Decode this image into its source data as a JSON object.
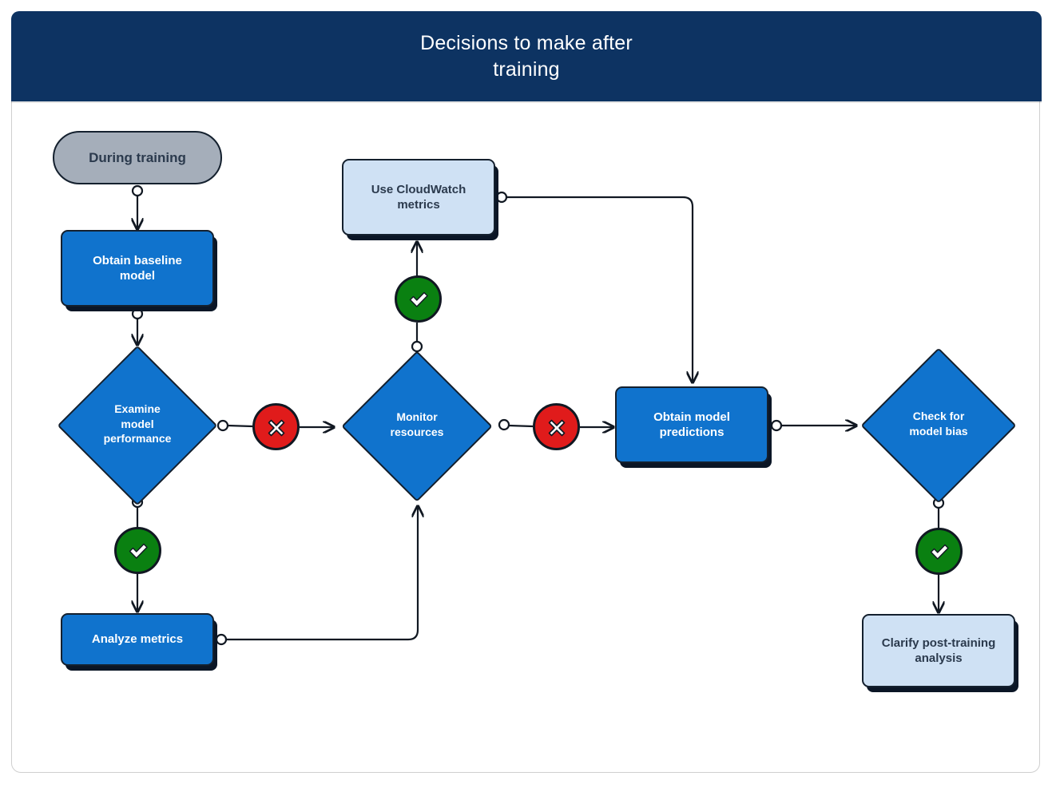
{
  "header": {
    "title": "Decisions to make after\ntraining"
  },
  "colors": {
    "header_navy": "#0d3362",
    "node_blue": "#1073cd",
    "node_light_blue": "#cfe1f4",
    "node_gray": "#a5aeba",
    "marker_yes_green": "#0a8011",
    "marker_no_red": "#e01b1b",
    "outline": "#14202e",
    "shadow": "#0b1626",
    "card_border": "#cfcfcf",
    "dark_text": "#2b3a4d",
    "light_text": "#ffffff"
  },
  "nodes": {
    "during_training": {
      "label": "During training",
      "shape": "stadium"
    },
    "obtain_baseline": {
      "label": "Obtain baseline\nmodel",
      "shape": "rect"
    },
    "examine_model": {
      "label": "Examine\nmodel\nperformance",
      "shape": "diamond"
    },
    "analyze_metrics": {
      "label": "Analyze metrics",
      "shape": "rect"
    },
    "use_cloudwatch": {
      "label": "Use CloudWatch\nmetrics",
      "shape": "rect"
    },
    "monitor_resources": {
      "label": "Monitor\nresources",
      "shape": "diamond"
    },
    "obtain_predictions": {
      "label": "Obtain model\npredictions",
      "shape": "rect"
    },
    "check_bias": {
      "label": "Check for\nmodel bias",
      "shape": "diamond"
    },
    "clarify_analysis": {
      "label": "Clarify post-training\nanalysis",
      "shape": "rect"
    }
  },
  "markers": {
    "examine_yes": {
      "kind": "yes",
      "icon": "check-icon"
    },
    "examine_no": {
      "kind": "no",
      "icon": "cross-icon"
    },
    "monitor_yes": {
      "kind": "yes",
      "icon": "check-icon"
    },
    "monitor_no": {
      "kind": "no",
      "icon": "cross-icon"
    },
    "bias_yes": {
      "kind": "yes",
      "icon": "check-icon"
    }
  },
  "edges": [
    {
      "from": "during_training",
      "to": "obtain_baseline"
    },
    {
      "from": "obtain_baseline",
      "to": "examine_model"
    },
    {
      "from": "examine_model",
      "to": "examine_no"
    },
    {
      "from": "examine_no",
      "to": "monitor_resources"
    },
    {
      "from": "examine_model",
      "to": "examine_yes"
    },
    {
      "from": "examine_yes",
      "to": "analyze_metrics"
    },
    {
      "from": "analyze_metrics",
      "to": "monitor_resources"
    },
    {
      "from": "monitor_resources",
      "to": "monitor_yes"
    },
    {
      "from": "monitor_yes",
      "to": "use_cloudwatch"
    },
    {
      "from": "use_cloudwatch",
      "to": "obtain_predictions"
    },
    {
      "from": "monitor_resources",
      "to": "monitor_no"
    },
    {
      "from": "monitor_no",
      "to": "obtain_predictions"
    },
    {
      "from": "obtain_predictions",
      "to": "check_bias"
    },
    {
      "from": "check_bias",
      "to": "bias_yes"
    },
    {
      "from": "bias_yes",
      "to": "clarify_analysis"
    }
  ]
}
